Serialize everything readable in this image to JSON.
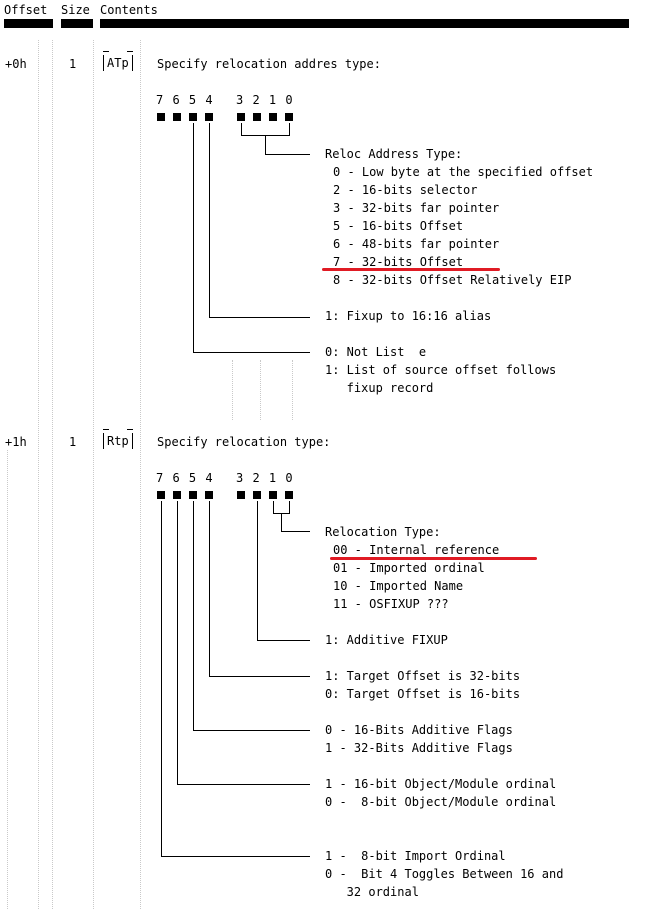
{
  "header": {
    "offset": "Offset",
    "size": "Size",
    "contents": "Contents"
  },
  "records": [
    {
      "offset": "+0h",
      "size": "1",
      "field": "ATp",
      "title": "Specify relocation addres type:",
      "bits": {
        "high": "7 6 5 4",
        "low": "3 2 1 0"
      },
      "reloc_title": "Reloc Address Type:",
      "reloc_items": [
        "0 - Low byte at the specified offset",
        "2 - 16-bits selector",
        "3 - 32-bits far pointer",
        "5 - 16-bits Offset",
        "6 - 48-bits far pointer",
        "7 - 32-bits Offset",
        "8 - 32-bits Offset Relatively EIP"
      ],
      "bit4": "1: Fixup to 16:16 alias",
      "bit5": [
        "0: Not List  e",
        "1: List of source offset follows",
        "   fixup record"
      ]
    },
    {
      "offset": "+1h",
      "size": "1",
      "field": "Rtp",
      "title": "Specify relocation type:",
      "bits": {
        "high": "7 6 5 4",
        "low": "3 2 1 0"
      },
      "reloc_title": "Relocation Type:",
      "reloc_items": [
        "00 - Internal reference",
        "01 - Imported ordinal",
        "10 - Imported Name",
        "11 - OSFIXUP ???"
      ],
      "bit2": "1: Additive FIXUP",
      "bit4": [
        "1: Target Offset is 32-bits",
        "0: Target Offset is 16-bits"
      ],
      "bit5": [
        "0 - 16-Bits Additive Flags",
        "1 - 32-Bits Additive Flags"
      ],
      "bit6": [
        "1 - 16-bit Object/Module ordinal",
        "0 -  8-bit Object/Module ordinal"
      ],
      "bit7": [
        "1 -  8-bit Import Ordinal",
        "0 -  Bit 4 Toggles Between 16 and",
        "   32 ordinal"
      ]
    }
  ],
  "highlight_color": "#e01b24"
}
